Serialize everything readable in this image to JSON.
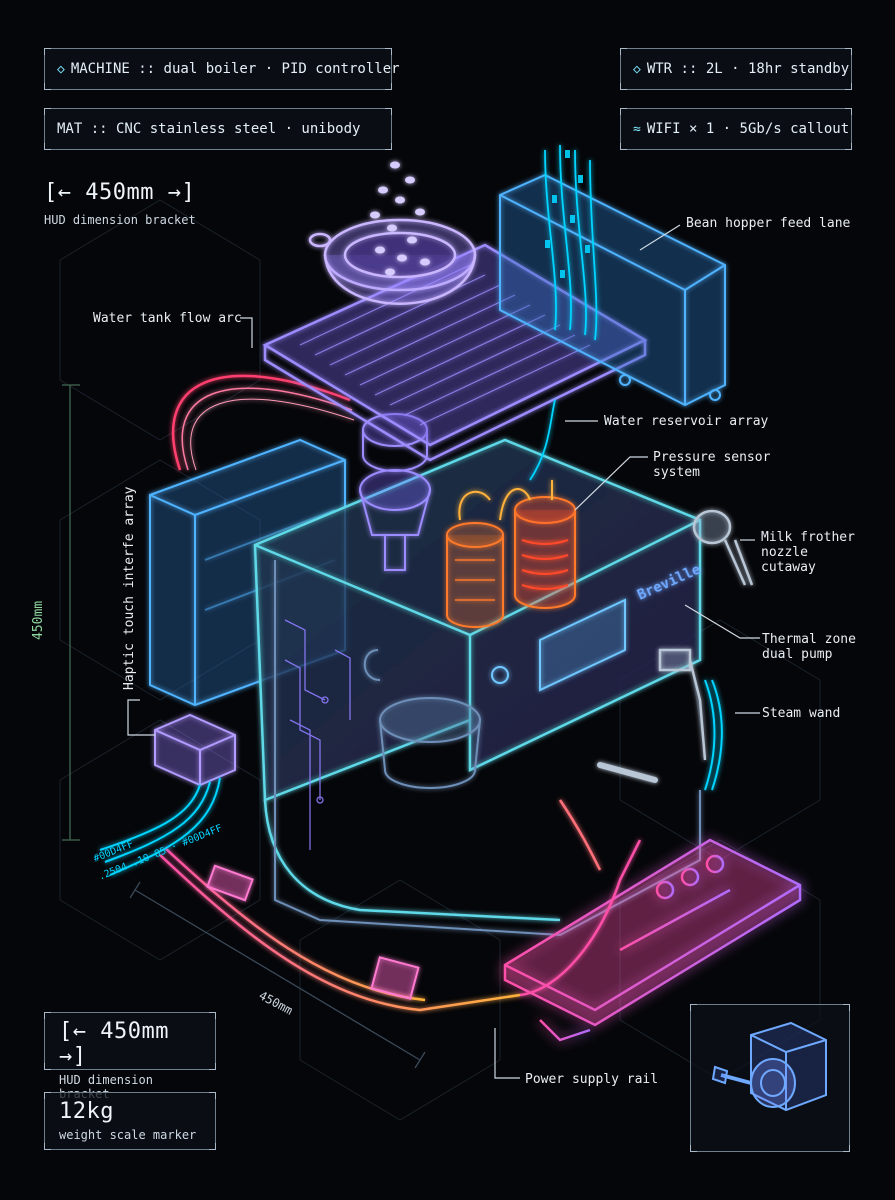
{
  "specs": {
    "machine": "MACHINE :: dual boiler · PID controller",
    "material": "MAT :: CNC stainless steel · unibody",
    "water": "WTR :: 2L · 18hr standby",
    "wifi": "WIFI × 1 · 5Gb/s callout"
  },
  "dimension_top": {
    "value": "[← 450mm →]",
    "caption": "HUD dimension bracket"
  },
  "dimension_bottom": {
    "value": "[← 450mm →]",
    "caption": "HUD dimension bracket"
  },
  "weight": {
    "value": "12kg",
    "caption": "weight scale marker"
  },
  "callouts": {
    "bean_hopper": "Bean hopper feed lane",
    "water_tank": "Water tank flow arc",
    "water_reservoir": "Water reservoir array",
    "pressure_sensor": "Pressure sensor\nsystem",
    "milk_frother": "Milk frother\nnozzle\ncutaway",
    "thermal_zone": "Thermal zone\ndual pump",
    "steam_wand": "Steam wand",
    "haptic": "Haptic touch interfe array",
    "power_rail": "Power supply rail"
  },
  "axis_labels": {
    "height": "450mm",
    "depth": "450mm"
  },
  "hex_codes": {
    "code_a": "#00D4FF",
    "code_b": ".2504 .10 85 · #00D4FF"
  },
  "brand": "Breville",
  "colors": {
    "cyan": "#00D4FF",
    "violet": "#8f7cff",
    "magenta": "#ff4fa8",
    "orange": "#ff7a2a",
    "background": "#050609"
  }
}
